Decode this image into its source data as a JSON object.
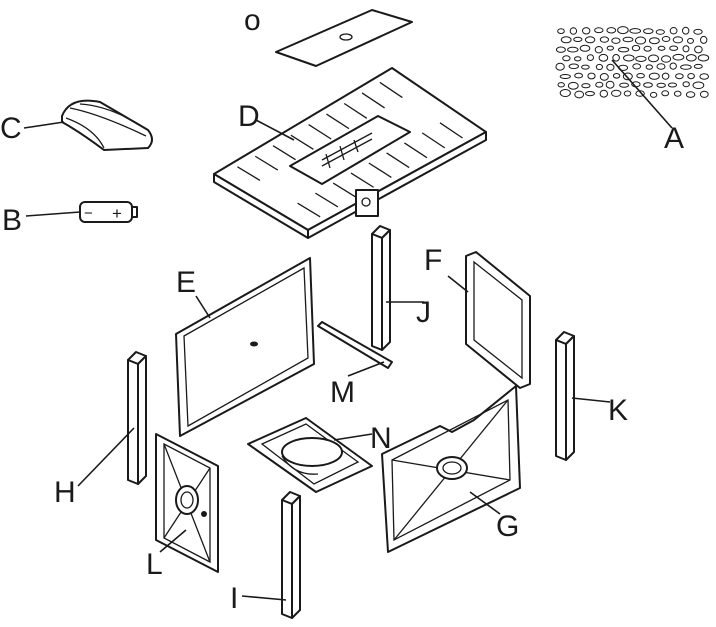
{
  "diagram": {
    "labels": {
      "A": "A",
      "B": "B",
      "C": "C",
      "D": "D",
      "E": "E",
      "F": "F",
      "G": "G",
      "H": "H",
      "I": "I",
      "J": "J",
      "K": "K",
      "L": "L",
      "M": "M",
      "N": "N",
      "O": "o"
    },
    "battery_symbols": {
      "minus": "−",
      "plus": "+"
    }
  }
}
